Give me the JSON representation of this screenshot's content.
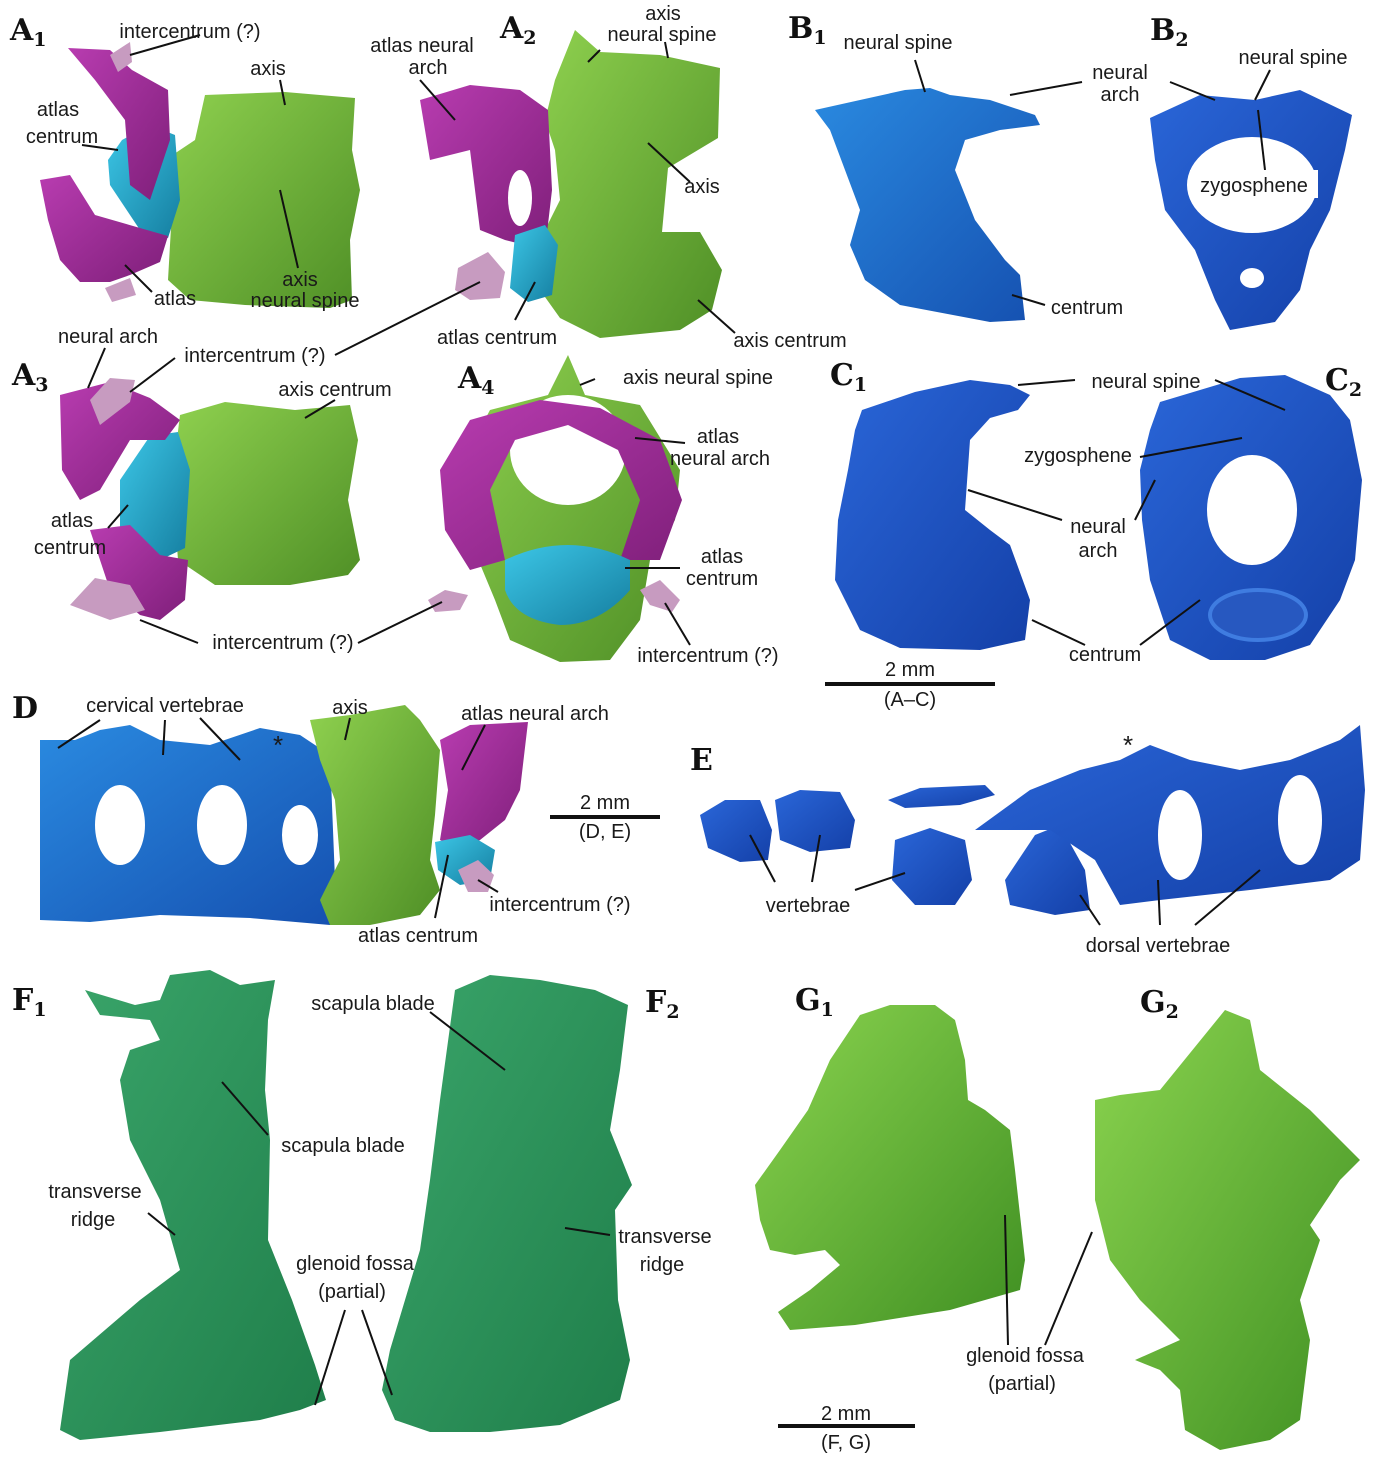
{
  "colors": {
    "green": "#7cc242",
    "green_dark": "#4e8f25",
    "magenta": "#a5309f",
    "pink": "#c79bc0",
    "cyan": "#1fa3c6",
    "blue": "#1a6fc8",
    "blue_dark": "#1650b8",
    "teal": "#3a9f63",
    "lime": "#6cbd3c"
  },
  "panels": {
    "A1": {
      "letter": "A",
      "sub": "1"
    },
    "A2": {
      "letter": "A",
      "sub": "2"
    },
    "A3": {
      "letter": "A",
      "sub": "3"
    },
    "A4": {
      "letter": "A",
      "sub": "4"
    },
    "B1": {
      "letter": "B",
      "sub": "1"
    },
    "B2": {
      "letter": "B",
      "sub": "2"
    },
    "C1": {
      "letter": "C",
      "sub": "1"
    },
    "C2": {
      "letter": "C",
      "sub": "2"
    },
    "D": {
      "letter": "D"
    },
    "E": {
      "letter": "E"
    },
    "F1": {
      "letter": "F",
      "sub": "1"
    },
    "F2": {
      "letter": "F",
      "sub": "2"
    },
    "G1": {
      "letter": "G",
      "sub": "1"
    },
    "G2": {
      "letter": "G",
      "sub": "2"
    }
  },
  "labels": {
    "a1_intercentrum": "intercentrum (?)",
    "a1_axis": "axis",
    "a1_atlas_centrum_1": "atlas",
    "a1_atlas_centrum_2": "centrum",
    "a1_atlas": "atlas",
    "a1_axis_ns_1": "axis",
    "a1_axis_ns_2": "neural spine",
    "a2_atlas_na_1": "atlas neural",
    "a2_atlas_na_2": "arch",
    "a2_axis_ns_1": "axis",
    "a2_axis_ns_2": "neural spine",
    "a2_axis": "axis",
    "a2_atlas_centrum": "atlas centrum",
    "a2_axis_centrum": "axis centrum",
    "a3_neural_arch": "neural arch",
    "a3_intercentrum_top": "intercentrum (?)",
    "a3_axis_centrum": "axis centrum",
    "a3_atlas_centrum_1": "atlas",
    "a3_atlas_centrum_2": "centrum",
    "a3_intercentrum_bottom": "intercentrum (?)",
    "a4_axis_ns": "axis neural spine",
    "a4_atlas_na_1": "atlas",
    "a4_atlas_na_2": "neural arch",
    "a4_atlas_centrum_1": "atlas",
    "a4_atlas_centrum_2": "centrum",
    "a4_intercentrum": "intercentrum (?)",
    "b1_neural_spine": "neural spine",
    "b1_centrum": "centrum",
    "b2_neural_arch_1": "neural",
    "b2_neural_arch_2": "arch",
    "b2_neural_spine": "neural spine",
    "b2_zygosphene": "zygosphene",
    "c_neural_spine": "neural spine",
    "c_zygosphene": "zygosphene",
    "c_neural_arch_1": "neural",
    "c_neural_arch_2": "arch",
    "c_centrum": "centrum",
    "d_cervical": "cervical vertebrae",
    "d_asterisk": "*",
    "d_axis": "axis",
    "d_atlas_na": "atlas neural arch",
    "d_intercentrum": "intercentrum (?)",
    "d_atlas_centrum": "atlas centrum",
    "e_asterisk": "*",
    "e_vertebrae": "vertebrae",
    "e_dorsal": "dorsal vertebrae",
    "f_scapula_blade_1": "scapula blade",
    "f_scapula_blade_2": "scapula blade",
    "f_transverse_1a": "transverse",
    "f_transverse_1b": "ridge",
    "f_transverse_2a": "transverse",
    "f_transverse_2b": "ridge",
    "f_glenoid_1": "glenoid fossa",
    "f_glenoid_2": "(partial)",
    "g_glenoid_1": "glenoid fossa",
    "g_glenoid_2": "(partial)"
  },
  "scale_bars": {
    "ac": {
      "value": "2 mm",
      "note": "(A–C)"
    },
    "de": {
      "value": "2 mm",
      "note": "(D, E)"
    },
    "fg": {
      "value": "2 mm",
      "note": "(F, G)"
    }
  }
}
